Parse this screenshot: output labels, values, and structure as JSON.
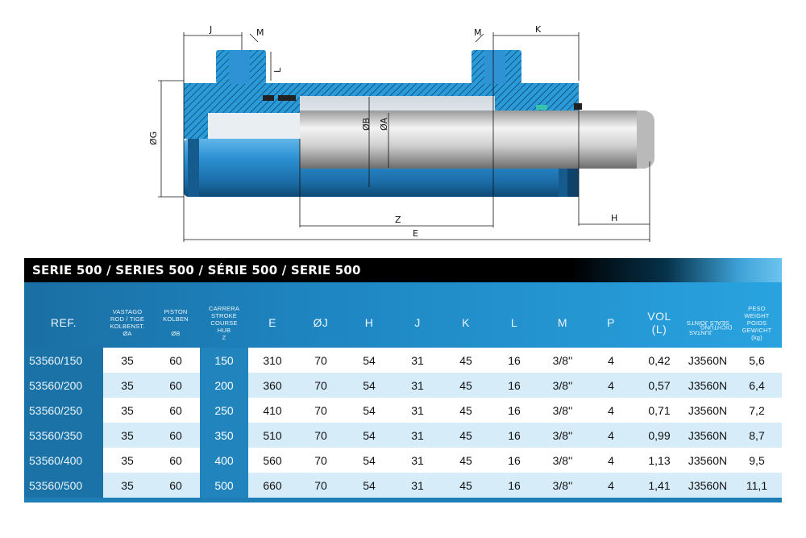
{
  "drawing": {
    "labels": {
      "j": "J",
      "m_left": "M",
      "m_right": "M",
      "k": "K",
      "l": "L",
      "g": "ØG",
      "b": "ØB",
      "a": "ØA",
      "z": "Z",
      "h": "H",
      "e": "E"
    }
  },
  "table": {
    "title": "SERIE 500 / SERIES 500 / SÉRIE 500 / SERIE 500",
    "headers": {
      "ref": "REF.",
      "rod": [
        "VASTAGO",
        "ROD / TIGE",
        "KOLBENST.",
        "ØA"
      ],
      "piston": [
        "PISTON",
        "KOLBEN",
        "",
        "ØB"
      ],
      "stroke": [
        "CARRERA",
        "STROKE",
        "COURSE",
        "HUB",
        "Z"
      ],
      "e": "E",
      "j_dia": "ØJ",
      "h": "H",
      "j": "J",
      "k": "K",
      "l": "L",
      "m": "M",
      "p": "P",
      "vol": [
        "VOL",
        "(L)"
      ],
      "seals": [
        "JUNTAS",
        "SEALS JOINTS",
        "DICHTUNG."
      ],
      "weight": [
        "PESO",
        "WEIGHT",
        "POIDS",
        "GEWICHT",
        "(kg)"
      ]
    },
    "rows": [
      {
        "ref": "53560/150",
        "a": "35",
        "b": "60",
        "z": "150",
        "e": "310",
        "j_dia": "70",
        "h": "54",
        "j": "31",
        "k": "45",
        "l": "16",
        "m": "3/8''",
        "p": "4",
        "vol": "0,42",
        "seal": "J3560N",
        "weight": "5,6"
      },
      {
        "ref": "53560/200",
        "a": "35",
        "b": "60",
        "z": "200",
        "e": "360",
        "j_dia": "70",
        "h": "54",
        "j": "31",
        "k": "45",
        "l": "16",
        "m": "3/8''",
        "p": "4",
        "vol": "0,57",
        "seal": "J3560N",
        "weight": "6,4"
      },
      {
        "ref": "53560/250",
        "a": "35",
        "b": "60",
        "z": "250",
        "e": "410",
        "j_dia": "70",
        "h": "54",
        "j": "31",
        "k": "45",
        "l": "16",
        "m": "3/8''",
        "p": "4",
        "vol": "0,71",
        "seal": "J3560N",
        "weight": "7,2"
      },
      {
        "ref": "53560/350",
        "a": "35",
        "b": "60",
        "z": "350",
        "e": "510",
        "j_dia": "70",
        "h": "54",
        "j": "31",
        "k": "45",
        "l": "16",
        "m": "3/8''",
        "p": "4",
        "vol": "0,99",
        "seal": "J3560N",
        "weight": "8,7"
      },
      {
        "ref": "53560/400",
        "a": "35",
        "b": "60",
        "z": "400",
        "e": "560",
        "j_dia": "70",
        "h": "54",
        "j": "31",
        "k": "45",
        "l": "16",
        "m": "3/8''",
        "p": "4",
        "vol": "1,13",
        "seal": "J3560N",
        "weight": "9,5"
      },
      {
        "ref": "53560/500",
        "a": "35",
        "b": "60",
        "z": "500",
        "e": "660",
        "j_dia": "70",
        "h": "54",
        "j": "31",
        "k": "45",
        "l": "16",
        "m": "3/8''",
        "p": "4",
        "vol": "1,41",
        "seal": "J3560N",
        "weight": "11,1"
      }
    ]
  },
  "colors": {
    "cylinder_blue": "#1f7fc0",
    "hatch_blue": "#2a9ad8",
    "panel_blue": "#1e7fb8",
    "row_alt": "#d6ecf8"
  }
}
